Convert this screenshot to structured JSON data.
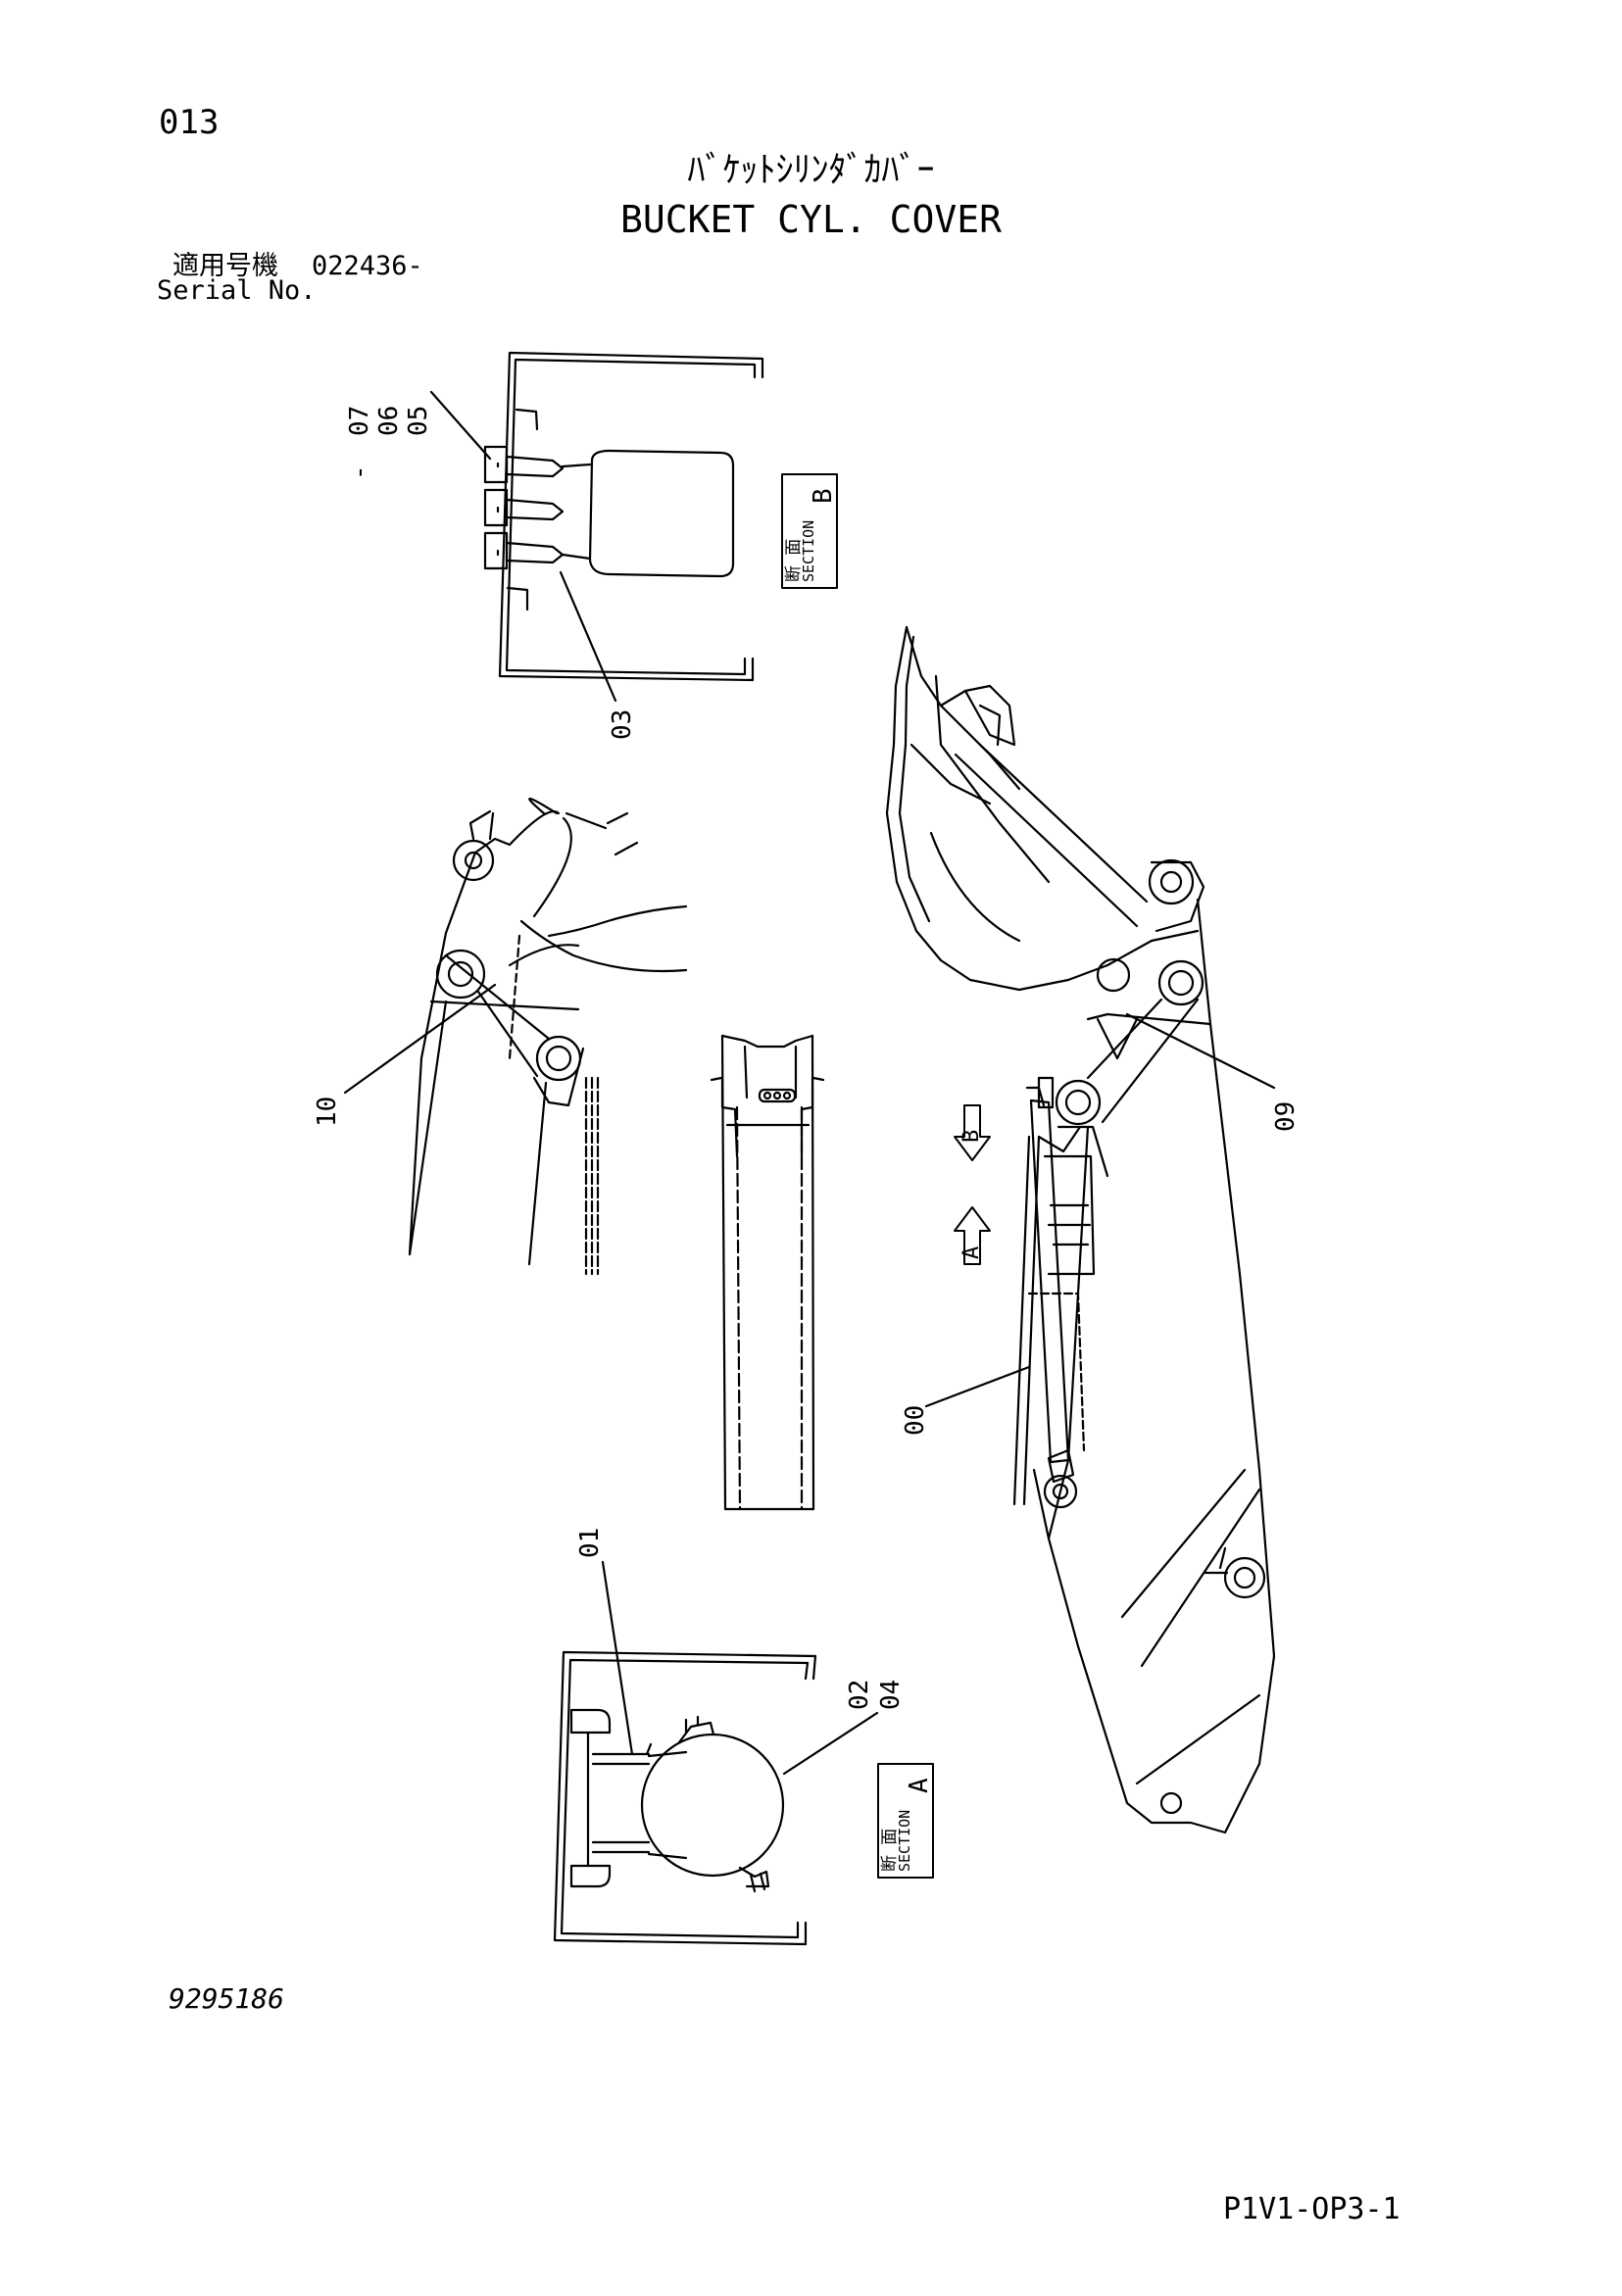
{
  "header": {
    "page_number": "013",
    "title_jp": "ﾊﾞｹｯﾄｼﾘﾝﾀﾞｶﾊﾞｰ",
    "title_en": "BUCKET CYL. COVER",
    "serial_label_jp": "適用号機",
    "serial_value": "022436-",
    "serial_label_en": "Serial No."
  },
  "callouts": {
    "p00": "00",
    "p01": "01",
    "p02_04_a": "02",
    "p02_04_b": "04",
    "p03": "03",
    "p05_07_a": "07",
    "p05_07_b": "06",
    "p05_07_c": "05",
    "p09": "09",
    "p10": "10"
  },
  "section_tags": {
    "section_b": {
      "jp": "断 面",
      "en": "SECTION",
      "letter": "B"
    },
    "section_a": {
      "jp": "断 面",
      "en": "SECTION",
      "letter": "A"
    }
  },
  "view_arrows": {
    "arrow_b": "B",
    "arrow_a": "A"
  },
  "footer": {
    "drawing_number": "9295186",
    "page_code": "P1V1-OP3-1"
  }
}
